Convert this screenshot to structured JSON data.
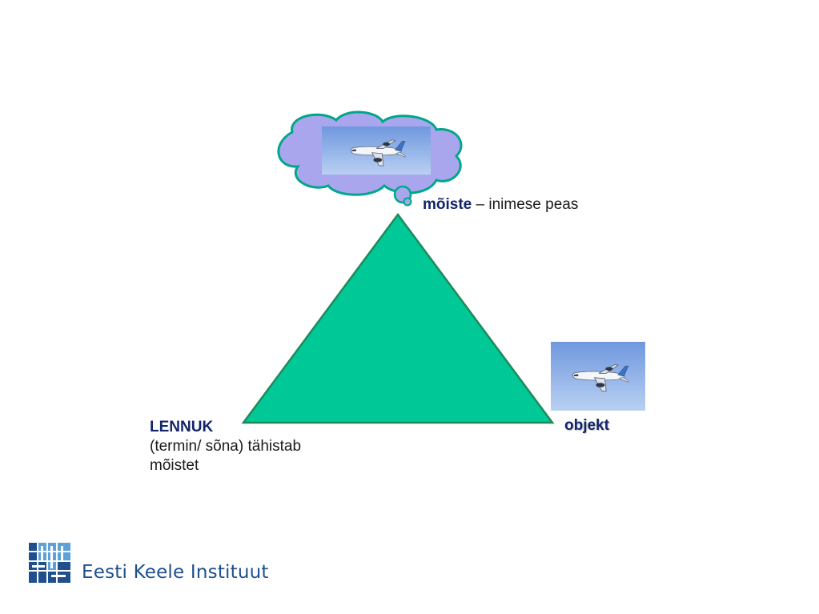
{
  "labels": {
    "concept_term": "mõiste",
    "concept_rest": " – inimese peas",
    "word_term": "LENNUK",
    "word_desc_line1": "(termin/ sõna) tähistab",
    "word_desc_line2": "mõistet",
    "object_term": "objekt"
  },
  "logo": {
    "text": "Eesti Keele Instituut"
  },
  "colors": {
    "triangle_fill": "#00c896",
    "triangle_stroke": "#1e8a5a",
    "cloud_fill": "#a9a6ee",
    "cloud_stroke": "#00a78a",
    "sky": "#8fb3e6",
    "label_blue": "#12256b",
    "logo_blue": "#1f4f8c"
  },
  "icons": {
    "thought_image": "airplane-icon",
    "object_image": "airplane-icon",
    "logo_mark": "grid-logo-icon"
  }
}
